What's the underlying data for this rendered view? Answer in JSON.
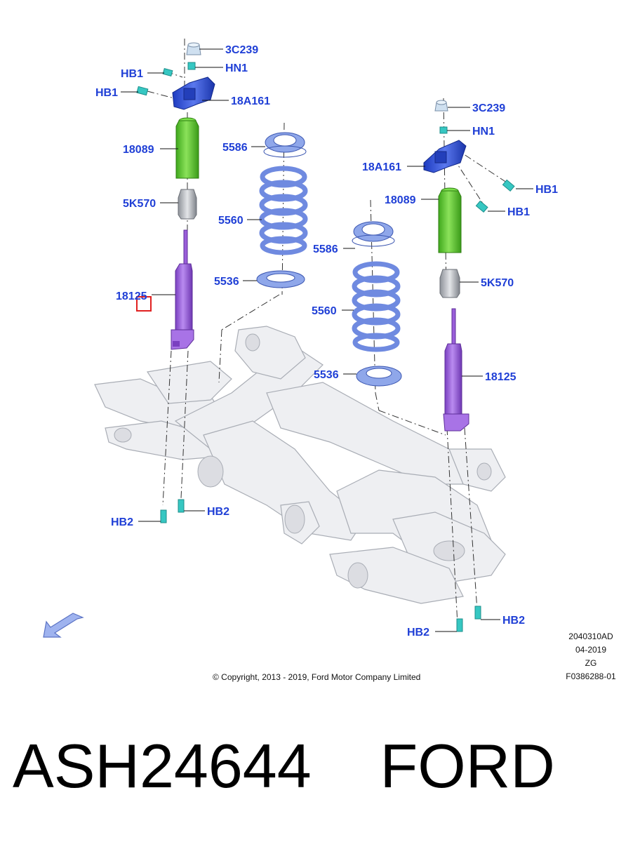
{
  "labels": {
    "nut_3c239_left": "3C239",
    "nut_hn1_left": "HN1",
    "bolt_hb1_left_a": "HB1",
    "bolt_hb1_left_b": "HB1",
    "mount_18a161_left": "18A161",
    "boot_18089_left": "18089",
    "bump_5k570_left": "5K570",
    "shock_18125_left": "18125",
    "seat_5586_left": "5586",
    "spring_5560_left": "5560",
    "seat_5536_left": "5536",
    "bolt_hb2_left_a": "HB2",
    "bolt_hb2_left_b": "HB2",
    "nut_3c239_right": "3C239",
    "nut_hn1_right": "HN1",
    "mount_18a161_right": "18A161",
    "bolt_hb1_right_a": "HB1",
    "bolt_hb1_right_b": "HB1",
    "boot_18089_right": "18089",
    "bump_5k570_right": "5K570",
    "shock_18125_right": "18125",
    "seat_5586_right": "5586",
    "spring_5560_right": "5560",
    "seat_5536_right": "5536",
    "bolt_hb2_right_a": "HB2",
    "bolt_hb2_right_b": "HB2"
  },
  "copyright": "© Copyright, 2013 - 2019, Ford Motor Company Limited",
  "reference": {
    "code": "2040310AD",
    "date": "04-2019",
    "region": "ZG",
    "figure": "F0386288-01"
  },
  "part_title": "ASH24644    FORD",
  "colors": {
    "label": "#1f3fd6",
    "mount": "#2f4fd8",
    "boot": "#5fcf2e",
    "bump_stop": "#b9bcc2",
    "shock": "#9a5ed9",
    "spring": "#7f9ae6",
    "fastener": "#36c7c2",
    "highlight": "#e02020",
    "direction_arrow": "#9fb3ef"
  },
  "icons": {
    "direction": "arrow-down-left-icon"
  }
}
